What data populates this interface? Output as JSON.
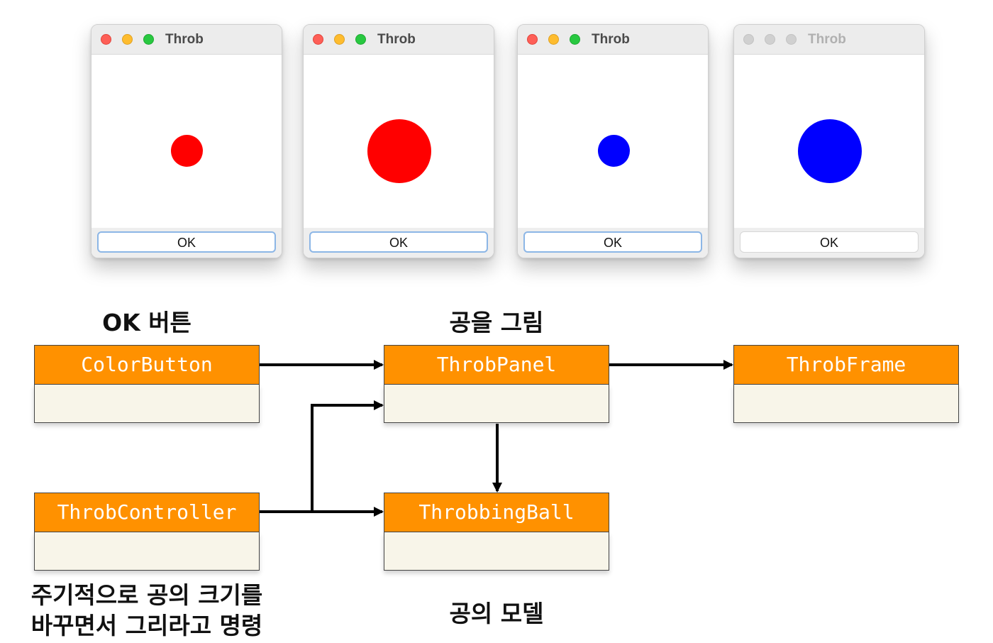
{
  "windows": [
    {
      "title": "Throb",
      "button": "OK",
      "ball_color": "#ff0000",
      "active": true
    },
    {
      "title": "Throb",
      "button": "OK",
      "ball_color": "#ff0000",
      "active": true
    },
    {
      "title": "Throb",
      "button": "OK",
      "ball_color": "#0000ff",
      "active": true
    },
    {
      "title": "Throb",
      "button": "OK",
      "ball_color": "#0000ff",
      "active": false
    }
  ],
  "diagram": {
    "classes": {
      "color_button": "ColorButton",
      "throb_panel": "ThrobPanel",
      "throb_frame": "ThrobFrame",
      "throb_controller": "ThrobController",
      "throbbing_ball": "ThrobbingBall"
    },
    "captions": {
      "color_button": "OK 버튼",
      "throb_panel": "공을 그림",
      "throb_controller_line1": "주기적으로 공의 크기를",
      "throb_controller_line2": "바꾸면서 그리라고 명령",
      "throbbing_ball": "공의 모델"
    },
    "colors": {
      "class_header": "#ff9100",
      "class_body": "#f8f5e9",
      "arrow": "#000000"
    }
  }
}
